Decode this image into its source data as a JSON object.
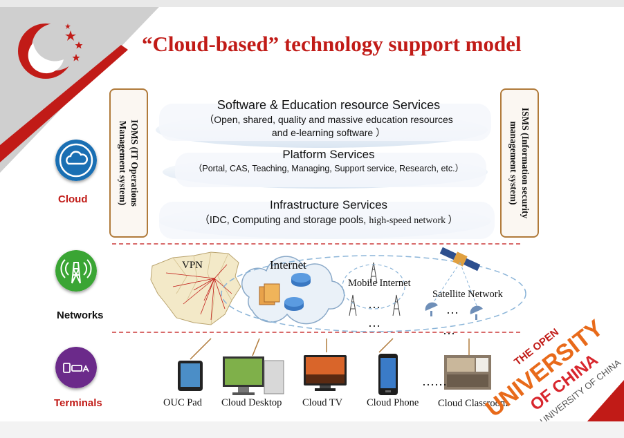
{
  "title": "“Cloud-based”  technology support model",
  "left_box": {
    "line1": "IOMS (IT Operations",
    "line2": "Management system)"
  },
  "right_box": {
    "line1": "ISMS (Information security",
    "line2": "management system)"
  },
  "layers": {
    "software": {
      "title": "Software & Education resource Services",
      "desc1": "（Open, shared, quality and massive education resources",
      "desc2": "and e-learning software ）"
    },
    "platform": {
      "title": "Platform Services",
      "desc": "（Portal, CAS, Teaching, Managing, Support service, Research, etc.）"
    },
    "infrastructure": {
      "title": "Infrastructure Services",
      "desc": "（IDC, Computing and storage pools,",
      "desc_tail": "high-speed network ）"
    }
  },
  "categories": {
    "cloud": "Cloud",
    "networks": "Networks",
    "terminals": "Terminals"
  },
  "networks": {
    "vpn": "VPN",
    "internet": "Internet",
    "mobile": "Mobile Internet",
    "satellite": "Satellite Network",
    "ellipsis": "…"
  },
  "terminals": {
    "pad": "OUC Pad",
    "desktop": "Cloud Desktop",
    "tv": "Cloud TV",
    "phone": "Cloud Phone",
    "classroom": "Cloud Classroom",
    "ellipsis": "……"
  },
  "watermark": {
    "line1": "THE OPEN",
    "line2": "UNIVERSITY",
    "line3": "OF CHINA",
    "line4": "UNIVERSITY OF CHINA"
  },
  "colors": {
    "title": "#c11b17",
    "cloud_icon": "#1a6fb3",
    "network_icon": "#3aa534",
    "terminal_icon": "#6b2a8a",
    "accent_red": "#d8262d"
  }
}
